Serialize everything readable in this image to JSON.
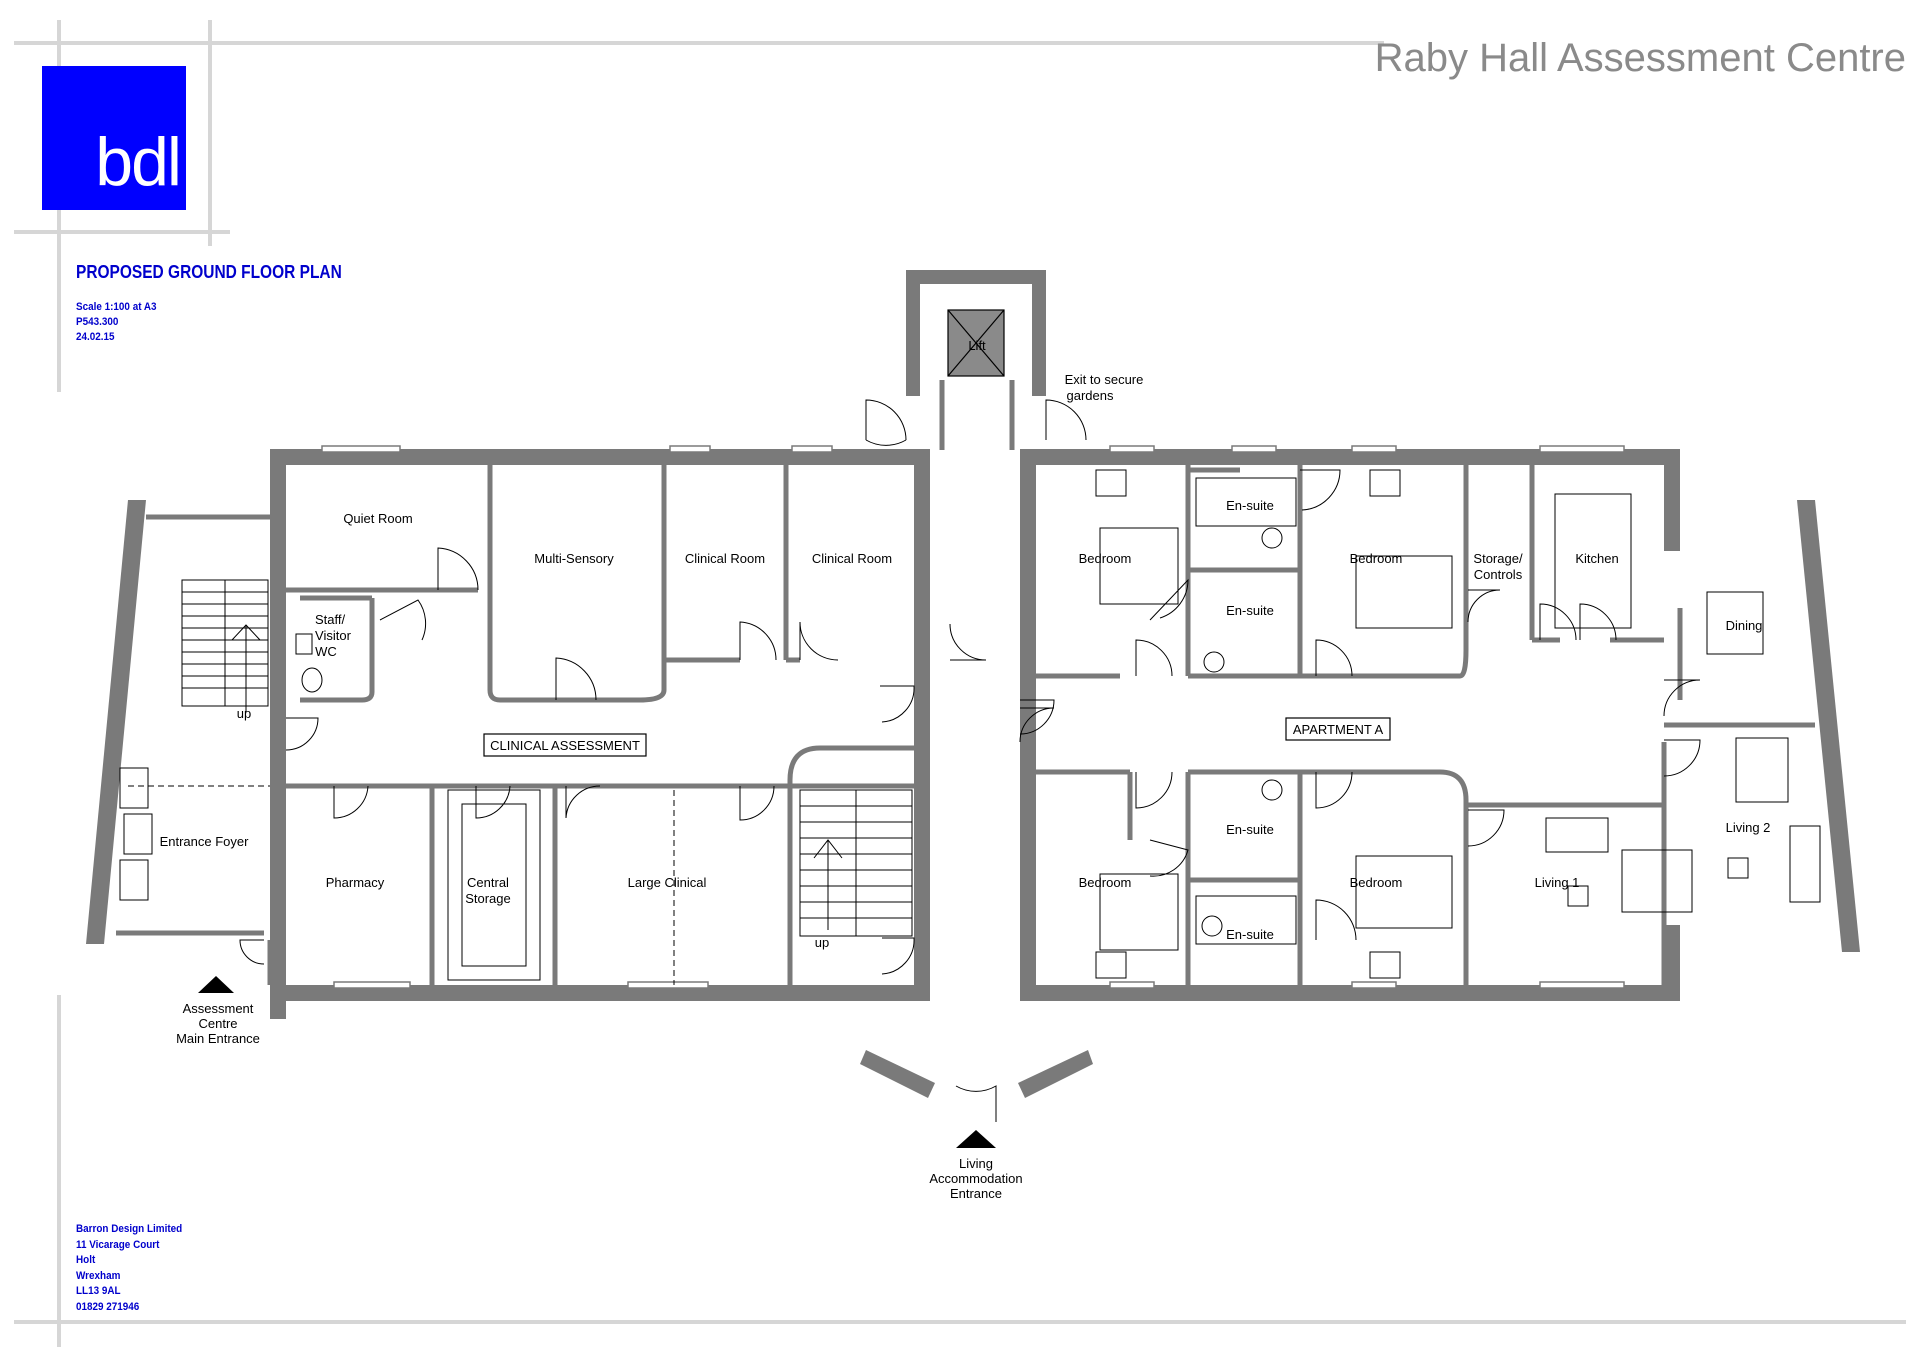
{
  "header": {
    "logo_text": "bdl",
    "project_title": "Raby Hall Assessment Centre"
  },
  "drawing": {
    "title": "PROPOSED GROUND FLOOR PLAN",
    "scale": "Scale 1:100 at A3",
    "reference": "P543.300",
    "date": "24.02.15"
  },
  "address": {
    "company": "Barron Design Limited",
    "line1": "11 Vicarage Court",
    "line2": "Holt",
    "line3": "Wrexham",
    "postcode": "LL13 9AL",
    "phone": "01829 271946"
  },
  "rooms": {
    "quiet_room": "Quiet Room",
    "multi_sensory": "Multi-Sensory",
    "clinical_room_1": "Clinical Room",
    "clinical_room_2": "Clinical Room",
    "staff_wc_1": "Staff/",
    "staff_wc_2": "Visitor",
    "staff_wc_3": "WC",
    "clinical_assessment": "CLINICAL ASSESSMENT",
    "entrance_foyer": "Entrance Foyer",
    "pharmacy": "Pharmacy",
    "central_storage_1": "Central",
    "central_storage_2": "Storage",
    "large_clinical": "Large Clinical",
    "stair_up_1": "up",
    "stair_up_2": "up",
    "lift": "Lift",
    "exit_1": "Exit to secure",
    "exit_2": "gardens",
    "bedroom_1": "Bedroom",
    "bedroom_2": "Bedroom",
    "bedroom_3": "Bedroom",
    "bedroom_4": "Bedroom",
    "ensuite_1": "En-suite",
    "ensuite_2": "En-suite",
    "ensuite_3": "En-suite",
    "ensuite_4": "En-suite",
    "storage_controls_1": "Storage/",
    "storage_controls_2": "Controls",
    "kitchen": "Kitchen",
    "dining": "Dining",
    "apartment_a": "APARTMENT A",
    "living_1": "Living 1",
    "living_2": "Living 2"
  },
  "entrances": {
    "main_1": "Assessment",
    "main_2": "Centre",
    "main_3": "Main Entrance",
    "living_1": "Living",
    "living_2": "Accommodation",
    "living_3": "Entrance"
  },
  "colors": {
    "logo_blue": "#0000ff",
    "text_blue": "#0000cc",
    "wall_grey": "#7a7a7a",
    "frame_grey": "#d6d6d6",
    "title_grey": "#8a8a8a"
  }
}
